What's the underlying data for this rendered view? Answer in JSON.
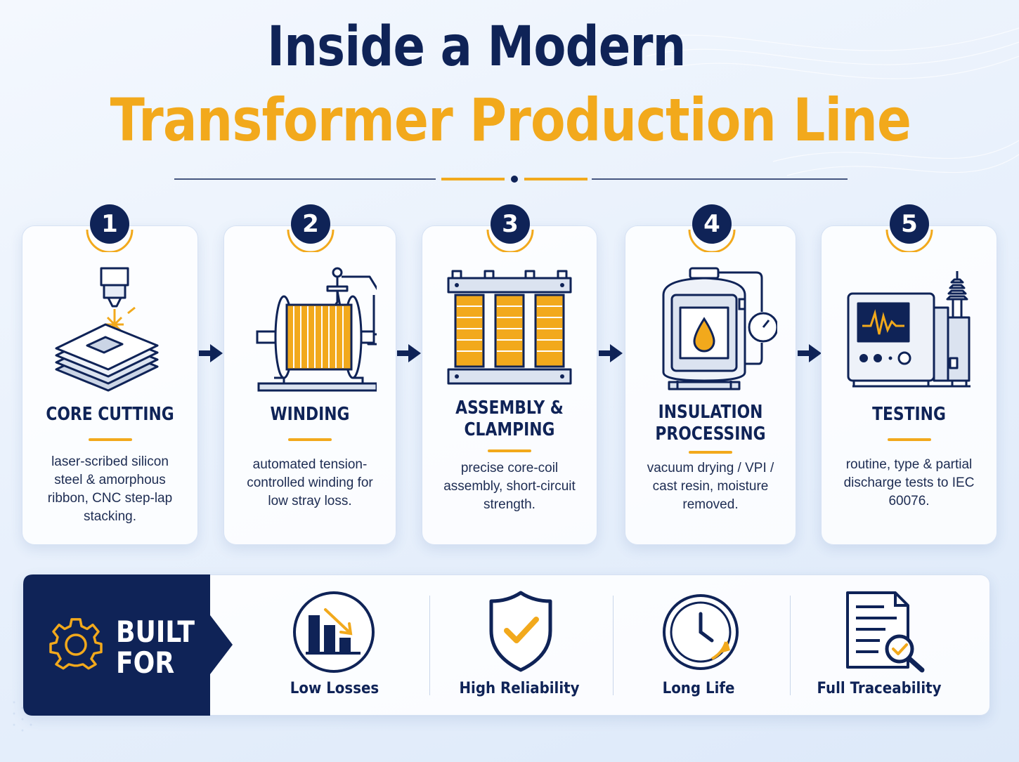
{
  "title": {
    "line1": "Inside a Modern",
    "line2": "Transformer Production Line"
  },
  "colors": {
    "navy": "#0f2357",
    "gold": "#f2a91c",
    "background": "#e9f1fc"
  },
  "steps": [
    {
      "number": "1",
      "title": "CORE CUTTING",
      "description": "laser-scribed silicon steel & amorphous ribbon, CNC step-lap stacking.",
      "icon": "laser-cutter-icon"
    },
    {
      "number": "2",
      "title": "WINDING",
      "description": "automated tension-controlled winding for low stray loss.",
      "icon": "winding-machine-icon"
    },
    {
      "number": "3",
      "title": "ASSEMBLY & CLAMPING",
      "description": "precise core-coil assembly, short-circuit strength.",
      "icon": "core-coil-assembly-icon"
    },
    {
      "number": "4",
      "title": "INSULATION PROCESSING",
      "description": "vacuum drying / VPI / cast resin, moisture removed.",
      "icon": "vacuum-tank-icon"
    },
    {
      "number": "5",
      "title": "TESTING",
      "description": "routine, type & partial discharge tests to IEC 60076.",
      "icon": "test-equipment-icon"
    }
  ],
  "built_for": {
    "label_line1": "BUILT",
    "label_line2": "FOR",
    "features": [
      {
        "label": "Low Losses",
        "icon": "declining-bar-chart-icon"
      },
      {
        "label": "High Reliability",
        "icon": "shield-check-icon"
      },
      {
        "label": "Long Life",
        "icon": "clock-icon"
      },
      {
        "label": "Full Traceability",
        "icon": "document-magnifier-icon"
      }
    ]
  }
}
